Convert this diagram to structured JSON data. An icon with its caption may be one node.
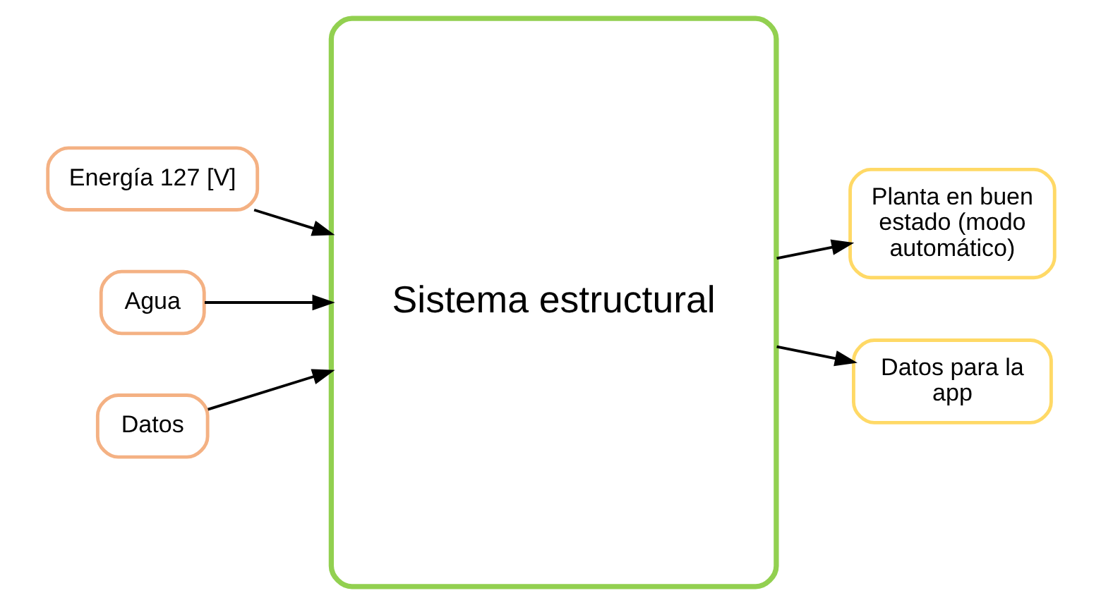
{
  "diagram": {
    "nodes": [
      {
        "text": [
          "Energía 127 [V]"
        ]
      },
      {
        "text": [
          "Agua"
        ]
      },
      {
        "text": [
          "Datos"
        ]
      },
      {
        "text": [
          "Sistema estructural"
        ]
      },
      {
        "text": [
          "Planta en buen estado (modo automático)"
        ]
      },
      {
        "text": [
          "Datos para la app"
        ]
      }
    ],
    "edges": [
      {
        "from": 0,
        "to": 3,
        "arrow": "to"
      },
      {
        "from": 1,
        "to": 3,
        "arrow": "to"
      },
      {
        "from": 2,
        "to": 3,
        "arrow": "to"
      },
      {
        "from": 3,
        "to": 4,
        "arrow": "to"
      },
      {
        "from": 3,
        "to": 5,
        "arrow": "to"
      }
    ]
  }
}
